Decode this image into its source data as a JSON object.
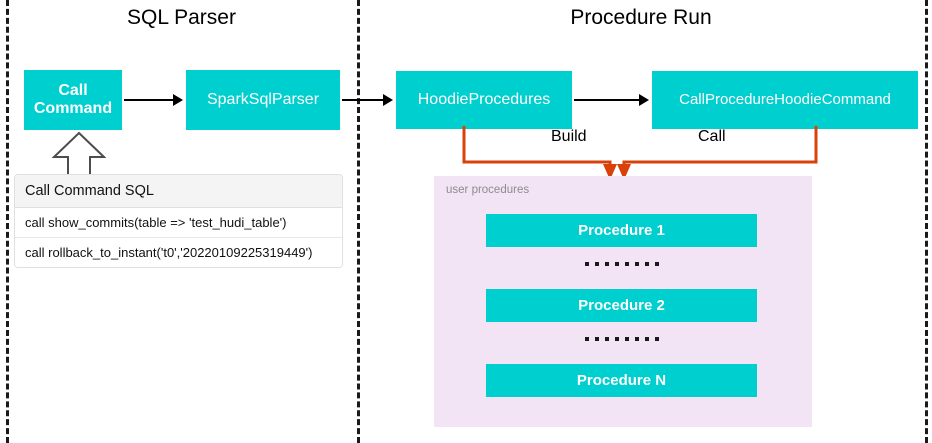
{
  "sections": [
    {
      "id": "sql-parser",
      "title": "SQL Parser"
    },
    {
      "id": "procedure-run",
      "title": "Procedure Run"
    }
  ],
  "nodes": {
    "call_command": "Call\nCommand",
    "call_command_line1": "Call",
    "call_command_line2": "Command",
    "spark_sql_parser": "SparkSqlParser",
    "hoodie_procedures": "HoodieProcedures",
    "call_procedure_hoodie_command": "CallProcedureHoodieCommand"
  },
  "edge_labels": {
    "build": "Build",
    "call": "Call"
  },
  "sql_table": {
    "header": "Call Command SQL",
    "rows": [
      "call show_commits(table => 'test_hudi_table')",
      "call rollback_to_instant('t0','20220109225319449')"
    ]
  },
  "user_procedures": {
    "label": "user procedures",
    "items": [
      "Procedure 1",
      "Procedure 2",
      "Procedure N"
    ],
    "ellipsis_dot_count": 8
  },
  "colors": {
    "node_cyan": "#00CFCF",
    "panel_lavender": "#f2e4f4",
    "connector_orange": "#D9410B",
    "arrow_black": "#000000",
    "divider_black": "#1a1a1a",
    "table_header_gray": "#f4f4f4",
    "label_gray": "#8c8c8c"
  }
}
